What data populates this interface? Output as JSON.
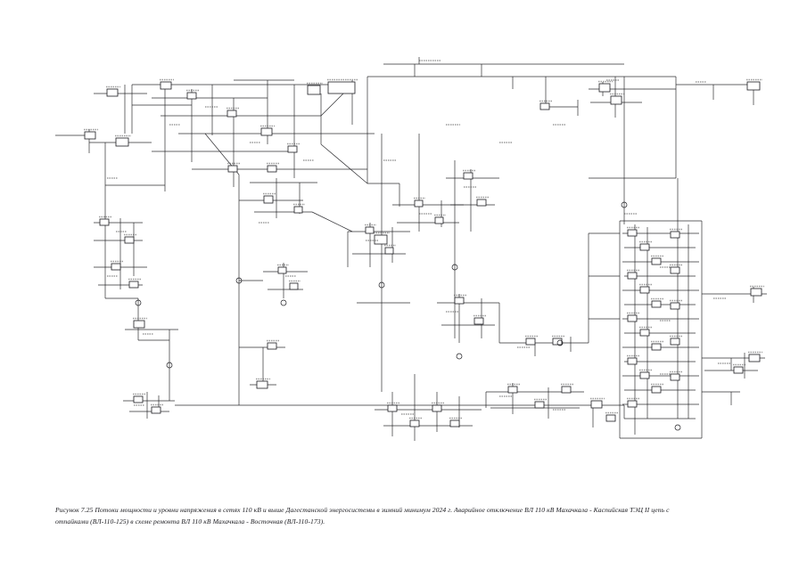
{
  "caption": {
    "line1": "Рисунок 7.25 Потоки мощности и уровни напряжения в сетях 110 кВ и выше Дагестанской энергосистемы в зимний минимум 2024 г. Аварийное отключение ВЛ 110 кВ Махачкала - Каспийская ТЭЦ II цепь с",
    "line2": "отпайками (ВЛ-110-125) в схеме ремонта  ВЛ 110 кВ Махачкала - Восточная (ВЛ-110-173)."
  },
  "diagram": {
    "ink": "#1c1c20",
    "smudge": "#3a3a3a",
    "paper": "#ffffff",
    "segments": [
      [
        430,
        72,
        700,
        72
      ],
      [
        465,
        72,
        465,
        86
      ],
      [
        540,
        72,
        540,
        86
      ],
      [
        470,
        64,
        470,
        72
      ],
      [
        412,
        86,
        758,
        86
      ],
      [
        412,
        86,
        412,
        206
      ],
      [
        758,
        86,
        758,
        200
      ],
      [
        660,
        200,
        758,
        200
      ],
      [
        412,
        206,
        448,
        206
      ],
      [
        448,
        206,
        448,
        232
      ],
      [
        700,
        86,
        700,
        252
      ],
      [
        612,
        86,
        612,
        120
      ],
      [
        612,
        120,
        648,
        120
      ],
      [
        648,
        112,
        648,
        130
      ],
      [
        575,
        86,
        575,
        100
      ],
      [
        660,
        100,
        758,
        100
      ],
      [
        690,
        86,
        690,
        132
      ],
      [
        662,
        115,
        720,
        115
      ],
      [
        676,
        92,
        676,
        108
      ],
      [
        758,
        95,
        838,
        95
      ],
      [
        845,
        95,
        845,
        118
      ],
      [
        800,
        95,
        800,
        112
      ],
      [
        148,
        95,
        238,
        95
      ],
      [
        238,
        95,
        395,
        95
      ],
      [
        185,
        95,
        185,
        215
      ],
      [
        215,
        100,
        215,
        182
      ],
      [
        238,
        95,
        238,
        152
      ],
      [
        262,
        110,
        262,
        210
      ],
      [
        300,
        90,
        300,
        162
      ],
      [
        330,
        95,
        330,
        200
      ],
      [
        360,
        105,
        360,
        162
      ],
      [
        395,
        90,
        395,
        140
      ],
      [
        170,
        110,
        300,
        110
      ],
      [
        180,
        130,
        360,
        130
      ],
      [
        200,
        150,
        420,
        150
      ],
      [
        170,
        170,
        330,
        170
      ],
      [
        215,
        190,
        412,
        190
      ],
      [
        230,
        150,
        268,
        196
      ],
      [
        360,
        162,
        412,
        206
      ],
      [
        262,
        90,
        330,
        90
      ],
      [
        360,
        130,
        395,
        95
      ],
      [
        148,
        118,
        215,
        118
      ],
      [
        148,
        95,
        148,
        150
      ],
      [
        105,
        105,
        165,
        105
      ],
      [
        140,
        95,
        140,
        150
      ],
      [
        100,
        145,
        100,
        172
      ],
      [
        62,
        152,
        100,
        152
      ],
      [
        100,
        160,
        170,
        160
      ],
      [
        118,
        160,
        118,
        335
      ],
      [
        118,
        208,
        185,
        208
      ],
      [
        105,
        250,
        160,
        250
      ],
      [
        105,
        270,
        160,
        270
      ],
      [
        105,
        300,
        165,
        300
      ],
      [
        110,
        320,
        160,
        320
      ],
      [
        135,
        245,
        135,
        325
      ],
      [
        150,
        250,
        150,
        310
      ],
      [
        118,
        335,
        155,
        335
      ],
      [
        155,
        335,
        155,
        382
      ],
      [
        140,
        370,
        200,
        370
      ],
      [
        155,
        382,
        190,
        382
      ],
      [
        138,
        450,
        196,
        450
      ],
      [
        145,
        462,
        190,
        462
      ],
      [
        165,
        440,
        165,
        470
      ],
      [
        178,
        444,
        178,
        462
      ],
      [
        190,
        370,
        190,
        450
      ],
      [
        196,
        455,
        300,
        455
      ],
      [
        268,
        196,
        268,
        420
      ],
      [
        268,
        225,
        340,
        225
      ],
      [
        280,
        205,
        356,
        205
      ],
      [
        285,
        238,
        350,
        238
      ],
      [
        310,
        200,
        310,
        245
      ],
      [
        336,
        205,
        336,
        240
      ],
      [
        295,
        305,
        345,
        305
      ],
      [
        300,
        325,
        340,
        325
      ],
      [
        318,
        295,
        318,
        335
      ],
      [
        268,
        315,
        295,
        315
      ],
      [
        268,
        390,
        320,
        390
      ],
      [
        295,
        390,
        295,
        432
      ],
      [
        280,
        432,
        310,
        432
      ],
      [
        268,
        420,
        268,
        455
      ],
      [
        300,
        455,
        700,
        455
      ],
      [
        428,
        150,
        428,
        300
      ],
      [
        390,
        260,
        460,
        260
      ],
      [
        395,
        285,
        455,
        285
      ],
      [
        415,
        250,
        415,
        300
      ],
      [
        440,
        255,
        440,
        295
      ],
      [
        390,
        260,
        390,
        300
      ],
      [
        428,
        300,
        428,
        440
      ],
      [
        400,
        340,
        460,
        340
      ],
      [
        440,
        230,
        520,
        230
      ],
      [
        445,
        250,
        515,
        250
      ],
      [
        470,
        220,
        470,
        260
      ],
      [
        495,
        225,
        495,
        255
      ],
      [
        510,
        180,
        510,
        380
      ],
      [
        500,
        200,
        560,
        200
      ],
      [
        505,
        230,
        555,
        230
      ],
      [
        528,
        190,
        528,
        260
      ],
      [
        490,
        340,
        560,
        340
      ],
      [
        495,
        365,
        555,
        365
      ],
      [
        515,
        330,
        515,
        385
      ],
      [
        540,
        335,
        540,
        380
      ],
      [
        560,
        385,
        660,
        385
      ],
      [
        600,
        385,
        600,
        400
      ],
      [
        640,
        378,
        640,
        395
      ],
      [
        560,
        340,
        560,
        385
      ],
      [
        350,
        238,
        395,
        260
      ],
      [
        470,
        150,
        470,
        220
      ],
      [
        695,
        248,
        787,
        248
      ],
      [
        787,
        248,
        787,
        492
      ],
      [
        695,
        248,
        695,
        492
      ],
      [
        695,
        492,
        787,
        492
      ],
      [
        712,
        252,
        712,
        488
      ],
      [
        726,
        255,
        726,
        470
      ],
      [
        760,
        200,
        760,
        470
      ],
      [
        772,
        252,
        772,
        470
      ],
      [
        698,
        262,
        784,
        262
      ],
      [
        700,
        278,
        780,
        278
      ],
      [
        698,
        294,
        784,
        294
      ],
      [
        700,
        310,
        780,
        310
      ],
      [
        698,
        326,
        784,
        326
      ],
      [
        700,
        342,
        780,
        342
      ],
      [
        698,
        358,
        784,
        358
      ],
      [
        700,
        374,
        780,
        374
      ],
      [
        698,
        390,
        784,
        390
      ],
      [
        700,
        406,
        780,
        406
      ],
      [
        698,
        422,
        784,
        422
      ],
      [
        700,
        438,
        780,
        438
      ],
      [
        698,
        454,
        784,
        454
      ],
      [
        700,
        470,
        780,
        470
      ],
      [
        660,
        262,
        695,
        262
      ],
      [
        660,
        310,
        695,
        310
      ],
      [
        660,
        358,
        695,
        358
      ],
      [
        660,
        262,
        660,
        385
      ],
      [
        787,
        330,
        860,
        330
      ],
      [
        845,
        322,
        845,
        340
      ],
      [
        787,
        402,
        858,
        402
      ],
      [
        790,
        416,
        850,
        416
      ],
      [
        835,
        396,
        835,
        425
      ],
      [
        820,
        402,
        820,
        416
      ],
      [
        787,
        440,
        830,
        440
      ],
      [
        820,
        440,
        820,
        455
      ],
      [
        440,
        440,
        440,
        490
      ],
      [
        465,
        445,
        465,
        495
      ],
      [
        490,
        440,
        490,
        485
      ],
      [
        515,
        445,
        515,
        480
      ],
      [
        420,
        460,
        540,
        460
      ],
      [
        430,
        478,
        530,
        478
      ],
      [
        545,
        440,
        655,
        440
      ],
      [
        550,
        458,
        650,
        458
      ],
      [
        575,
        430,
        575,
        465
      ],
      [
        615,
        435,
        615,
        470
      ],
      [
        665,
        455,
        665,
        480
      ],
      [
        545,
        440,
        545,
        458
      ],
      [
        465,
        420,
        465,
        445
      ],
      [
        700,
        455,
        700,
        470
      ]
    ],
    "boxes": [
      [
        180,
        92,
        12,
        8
      ],
      [
        210,
        104,
        10,
        7
      ],
      [
        255,
        124,
        10,
        7
      ],
      [
        293,
        144,
        12,
        8
      ],
      [
        323,
        164,
        10,
        7
      ],
      [
        345,
        96,
        14,
        10
      ],
      [
        368,
        92,
        30,
        13
      ],
      [
        256,
        186,
        10,
        7
      ],
      [
        300,
        186,
        10,
        7
      ],
      [
        120,
        100,
        12,
        8
      ],
      [
        95,
        148,
        12,
        8
      ],
      [
        130,
        155,
        14,
        9
      ],
      [
        112,
        246,
        10,
        7
      ],
      [
        140,
        266,
        10,
        7
      ],
      [
        125,
        296,
        10,
        7
      ],
      [
        145,
        316,
        10,
        7
      ],
      [
        150,
        360,
        12,
        8
      ],
      [
        150,
        445,
        10,
        7
      ],
      [
        170,
        457,
        10,
        7
      ],
      [
        296,
        220,
        10,
        8
      ],
      [
        330,
        232,
        9,
        7
      ],
      [
        312,
        300,
        9,
        7
      ],
      [
        325,
        318,
        9,
        7
      ],
      [
        288,
        428,
        12,
        8
      ],
      [
        300,
        385,
        10,
        7
      ],
      [
        410,
        255,
        9,
        7
      ],
      [
        432,
        278,
        9,
        7
      ],
      [
        420,
        264,
        14,
        10
      ],
      [
        465,
        225,
        9,
        7
      ],
      [
        488,
        244,
        9,
        7
      ],
      [
        520,
        194,
        10,
        7
      ],
      [
        535,
        224,
        10,
        7
      ],
      [
        510,
        334,
        10,
        7
      ],
      [
        532,
        357,
        10,
        7
      ],
      [
        590,
        380,
        10,
        7
      ],
      [
        620,
        380,
        10,
        7
      ],
      [
        672,
        94,
        12,
        9
      ],
      [
        685,
        108,
        12,
        9
      ],
      [
        838,
        92,
        14,
        9
      ],
      [
        606,
        116,
        10,
        7
      ],
      [
        704,
        258,
        10,
        7
      ],
      [
        718,
        274,
        10,
        7
      ],
      [
        731,
        290,
        10,
        7
      ],
      [
        704,
        306,
        10,
        7
      ],
      [
        718,
        322,
        10,
        7
      ],
      [
        731,
        338,
        10,
        7
      ],
      [
        704,
        354,
        10,
        7
      ],
      [
        718,
        370,
        10,
        7
      ],
      [
        731,
        386,
        10,
        7
      ],
      [
        704,
        402,
        10,
        7
      ],
      [
        718,
        418,
        10,
        7
      ],
      [
        731,
        434,
        10,
        7
      ],
      [
        704,
        450,
        10,
        7
      ],
      [
        752,
        260,
        10,
        7
      ],
      [
        752,
        300,
        10,
        7
      ],
      [
        752,
        340,
        10,
        7
      ],
      [
        752,
        380,
        10,
        7
      ],
      [
        752,
        420,
        10,
        7
      ],
      [
        842,
        324,
        12,
        8
      ],
      [
        840,
        398,
        12,
        8
      ],
      [
        823,
        412,
        10,
        7
      ],
      [
        435,
        455,
        10,
        7
      ],
      [
        460,
        472,
        10,
        7
      ],
      [
        485,
        455,
        10,
        7
      ],
      [
        505,
        472,
        10,
        7
      ],
      [
        570,
        434,
        10,
        7
      ],
      [
        600,
        451,
        10,
        7
      ],
      [
        630,
        434,
        10,
        7
      ],
      [
        663,
        450,
        12,
        8
      ],
      [
        680,
        466,
        10,
        7
      ]
    ],
    "circles": [
      [
        268,
        315,
        3
      ],
      [
        428,
        320,
        3
      ],
      [
        510,
        300,
        3
      ],
      [
        700,
        230,
        3
      ],
      [
        155,
        340,
        3
      ],
      [
        318,
        340,
        3
      ],
      [
        515,
        400,
        3
      ],
      [
        760,
        480,
        3
      ],
      [
        190,
        410,
        3
      ],
      [
        628,
        385,
        3
      ]
    ],
    "smudges": [
      [
        470,
        68,
        24
      ],
      [
        500,
        140,
        16
      ],
      [
        430,
        180,
        14
      ],
      [
        560,
        160,
        14
      ],
      [
        620,
        140,
        14
      ],
      [
        230,
        120,
        14
      ],
      [
        190,
        140,
        12
      ],
      [
        280,
        160,
        12
      ],
      [
        340,
        180,
        12
      ],
      [
        120,
        200,
        12
      ],
      [
        130,
        260,
        12
      ],
      [
        120,
        310,
        12
      ],
      [
        160,
        375,
        12
      ],
      [
        150,
        455,
        12
      ],
      [
        290,
        250,
        12
      ],
      [
        320,
        310,
        12
      ],
      [
        410,
        270,
        14
      ],
      [
        470,
        240,
        14
      ],
      [
        520,
        210,
        14
      ],
      [
        500,
        350,
        14
      ],
      [
        580,
        390,
        14
      ],
      [
        700,
        240,
        14
      ],
      [
        740,
        300,
        12
      ],
      [
        740,
        360,
        12
      ],
      [
        740,
        420,
        12
      ],
      [
        800,
        335,
        14
      ],
      [
        805,
        408,
        14
      ],
      [
        450,
        465,
        14
      ],
      [
        560,
        445,
        14
      ],
      [
        620,
        460,
        14
      ],
      [
        680,
        90,
        14
      ],
      [
        780,
        92,
        12
      ]
    ]
  }
}
